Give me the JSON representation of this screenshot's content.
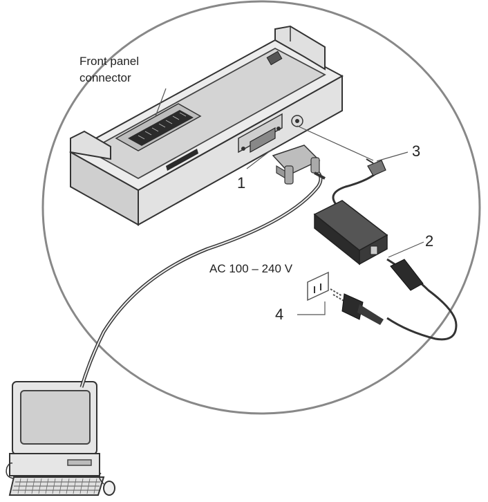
{
  "labels": {
    "front_panel_line1": "Front panel",
    "front_panel_line2": "connector",
    "callout_1": "1",
    "callout_2": "2",
    "callout_3": "3",
    "callout_4": "4",
    "voltage": "AC 100 – 240 V"
  },
  "colors": {
    "outline": "#333333",
    "device_light": "#d8d8d8",
    "device_mid": "#bcbcbc",
    "device_dark": "#8a8a8a",
    "black_parts": "#2b2b2b",
    "leader": "#555555"
  }
}
